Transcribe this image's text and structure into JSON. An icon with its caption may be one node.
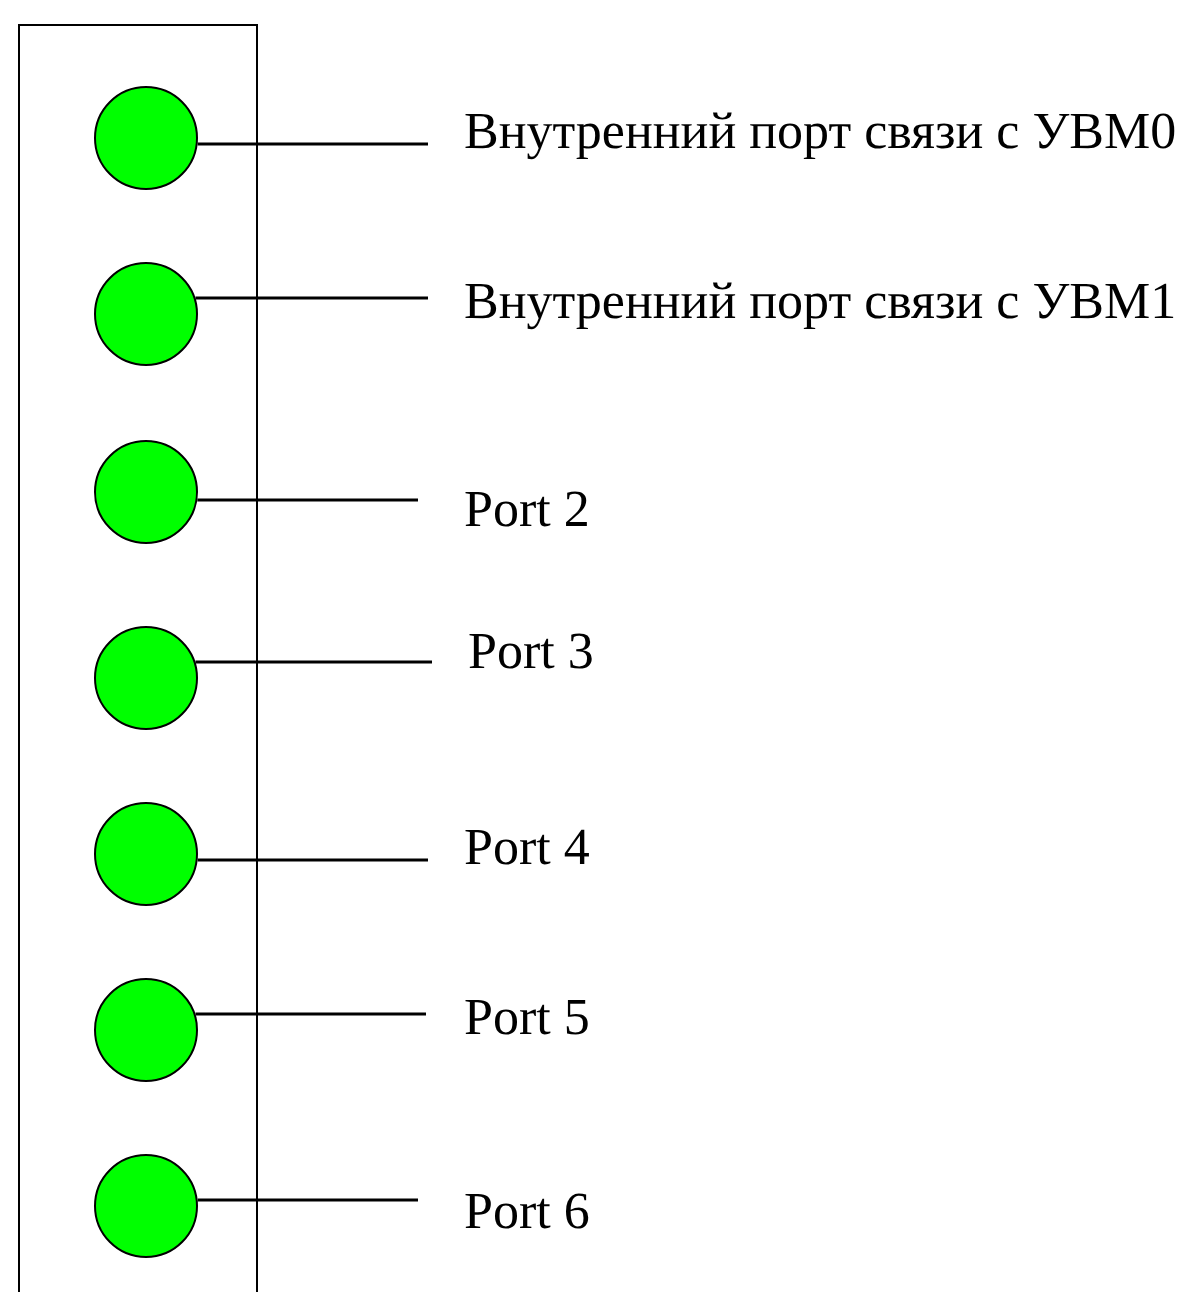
{
  "diagram": {
    "nodes": [
      {
        "text": [],
        "shape": "box"
      },
      {
        "text": [],
        "shape": "circle",
        "in": 0
      },
      {
        "text": [],
        "shape": "circle",
        "in": 0
      },
      {
        "text": [],
        "shape": "circle",
        "in": 0
      },
      {
        "text": [],
        "shape": "circle",
        "in": 0
      },
      {
        "text": [],
        "shape": "circle",
        "in": 0
      },
      {
        "text": [],
        "shape": "circle",
        "in": 0
      },
      {
        "text": [],
        "shape": "circle",
        "in": 0
      },
      {
        "text": [
          "Внутренний порт связи с УВМ0"
        ]
      },
      {
        "text": [
          "Внутренний порт связи с УВМ1"
        ]
      },
      {
        "text": [
          "Port 2"
        ]
      },
      {
        "text": [
          "Port 3"
        ]
      },
      {
        "text": [
          "Port 4"
        ]
      },
      {
        "text": [
          "Port 5"
        ]
      },
      {
        "text": [
          "Port 6"
        ]
      }
    ],
    "edges": [
      {
        "from": 1,
        "to": 8,
        "arrow": "none"
      },
      {
        "from": 2,
        "to": 9,
        "arrow": "none"
      },
      {
        "from": 3,
        "to": 10,
        "arrow": "none"
      },
      {
        "from": 4,
        "to": 11,
        "arrow": "none"
      },
      {
        "from": 5,
        "to": 12,
        "arrow": "none"
      },
      {
        "from": 6,
        "to": 13,
        "arrow": "none"
      },
      {
        "from": 7,
        "to": 14,
        "arrow": "none"
      }
    ]
  }
}
